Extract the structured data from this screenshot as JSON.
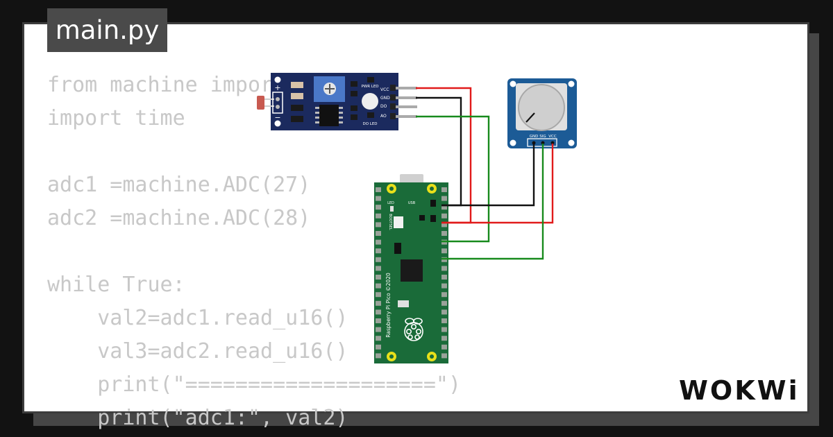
{
  "file_tab": {
    "label": "main.py"
  },
  "code_lines": [
    "from machine import ADC",
    "import time",
    "",
    "adc1 =machine.ADC(27)",
    "adc2 =machine.ADC(28)",
    "",
    "while True:",
    "    val2=adc1.read_u16()",
    "    val3=adc2.read_u16()",
    "    print(\"====================\")",
    "    print(\"adc1:\", val2)"
  ],
  "ldr_module": {
    "pin_labels": [
      "VCC",
      "GND",
      "DO",
      "AO"
    ],
    "led_labels": [
      "PWR LED",
      "DO LED"
    ],
    "terminal_symbols": [
      "+",
      "−"
    ]
  },
  "potentiometer": {
    "pin_labels": [
      "GND",
      "SIG",
      "VCC"
    ]
  },
  "pico": {
    "labels": [
      "LED",
      "USB",
      "BOOTSEL",
      "Raspberry Pi Pico ©2020"
    ]
  },
  "brand": {
    "logo_text": "WOKWi"
  },
  "colors": {
    "background": "#121212",
    "card": "#ffffff",
    "code_text": "#c8c8c8",
    "board_green": "#1a6b39",
    "module_blue": "#1b2a5e",
    "pot_blue": "#1c5b96",
    "wire_red": "#e11a1a",
    "wire_black": "#111111",
    "wire_green": "#178a1c",
    "wire_gray": "#a0a0a0"
  }
}
